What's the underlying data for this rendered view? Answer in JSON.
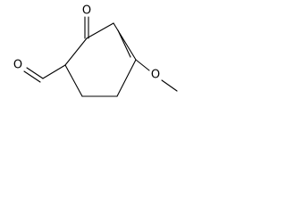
{
  "molecule": {
    "atoms": {
      "ketone_oxygen": "O",
      "aldehyde_oxygen": "O",
      "methoxy_oxygen": "O"
    }
  }
}
